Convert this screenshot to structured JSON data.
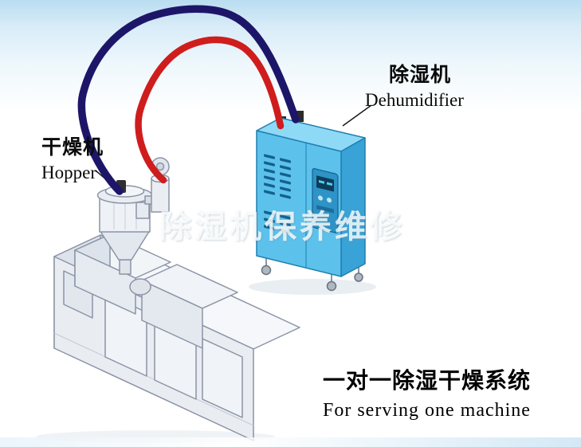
{
  "labels": {
    "hopper": {
      "cn": "干燥机",
      "en": "Hopper"
    },
    "dehumidifier": {
      "cn": "除湿机",
      "en": "Dehumidifier"
    }
  },
  "caption": {
    "cn": "一对一除湿干燥系统",
    "en": "For serving one machine"
  },
  "watermark": {
    "text": "除湿机保养维修"
  },
  "colors": {
    "pipe_navy": "#1d1668",
    "pipe_red": "#cf1d1d",
    "cabinet_front": "#5cc2ec",
    "cabinet_side": "#39a3d8",
    "cabinet_top": "#8ed9f6",
    "machine_body": "#eaeef3"
  }
}
